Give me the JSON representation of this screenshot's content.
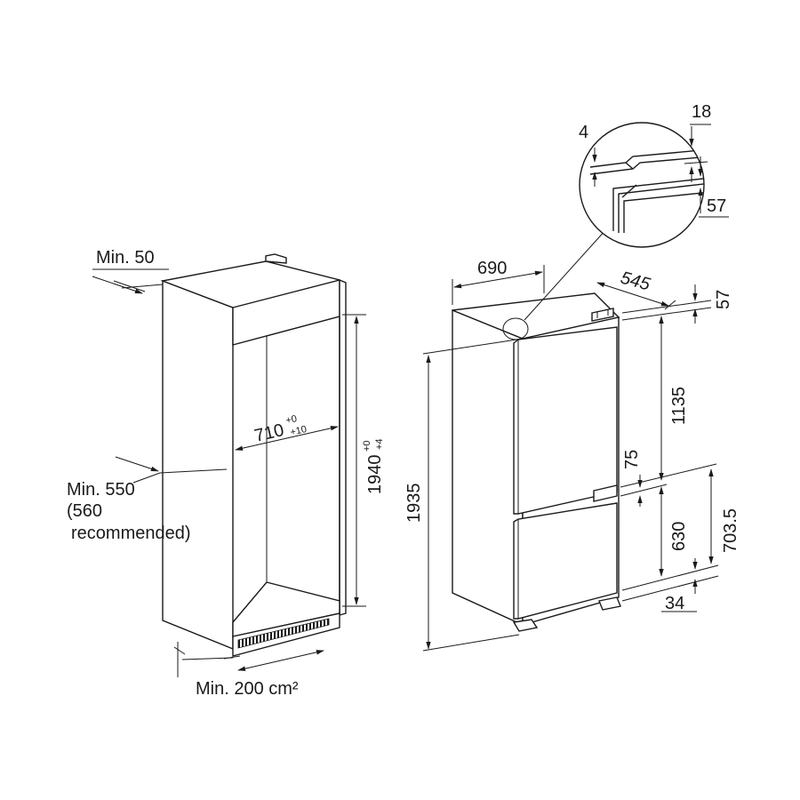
{
  "labels": {
    "min50": "Min. 50",
    "min550": "Min. 550",
    "rec_line1": "(560",
    "rec_line2": "recommended)",
    "min200": "Min. 200 cm²",
    "niche_width": "710",
    "niche_width_tol_upper": "+0",
    "niche_width_tol_lower": "+10",
    "niche_height": "1940",
    "niche_height_tol_upper": "+0",
    "niche_height_tol_lower": "+4",
    "appliance_height": "1935",
    "appliance_width": "690",
    "appliance_depth": "545",
    "top_offset": "57",
    "fridge_door": "1135",
    "door_gap": "75",
    "freezer_door": "630",
    "freezer_total": "703.5",
    "bottom_offset": "34",
    "detail_4": "4",
    "detail_18": "18",
    "detail_57": "57"
  }
}
